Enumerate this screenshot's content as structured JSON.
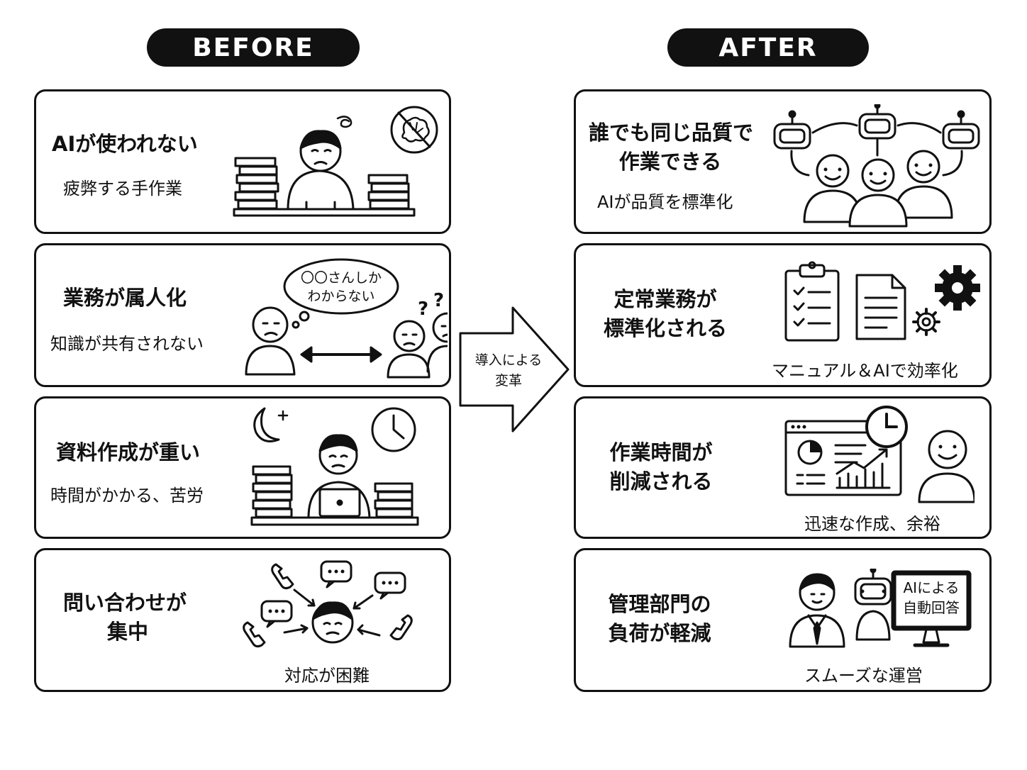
{
  "headers": {
    "before": "BEFORE",
    "after": "AFTER"
  },
  "transition": {
    "line1": "導入による",
    "line2": "変革"
  },
  "before": [
    {
      "title": [
        "AIが使われない"
      ],
      "sub": "疲弊する手作業"
    },
    {
      "title": [
        "業務が属人化"
      ],
      "sub": "知識が共有されない",
      "bubble": [
        "〇〇さんしか",
        "わからない"
      ]
    },
    {
      "title": [
        "資料作成が重い"
      ],
      "sub": "時間がかかる、苦労"
    },
    {
      "title": [
        "問い合わせが",
        "集中"
      ],
      "sub": "対応が困難"
    }
  ],
  "after": [
    {
      "title": [
        "誰でも同じ品質で",
        "作業できる"
      ],
      "sub": "AIが品質を標準化"
    },
    {
      "title": [
        "定常業務が",
        "標準化される"
      ],
      "sub": "マニュアル＆AIで効率化"
    },
    {
      "title": [
        "作業時間が",
        "削減される"
      ],
      "sub": "迅速な作成、余裕"
    },
    {
      "title": [
        "管理部門の",
        "負荷が軽減"
      ],
      "sub": "スムーズな運営",
      "screen": [
        "AIによる",
        "自動回答"
      ]
    }
  ],
  "colors": {
    "ink": "#111111",
    "paper": "#ffffff"
  }
}
